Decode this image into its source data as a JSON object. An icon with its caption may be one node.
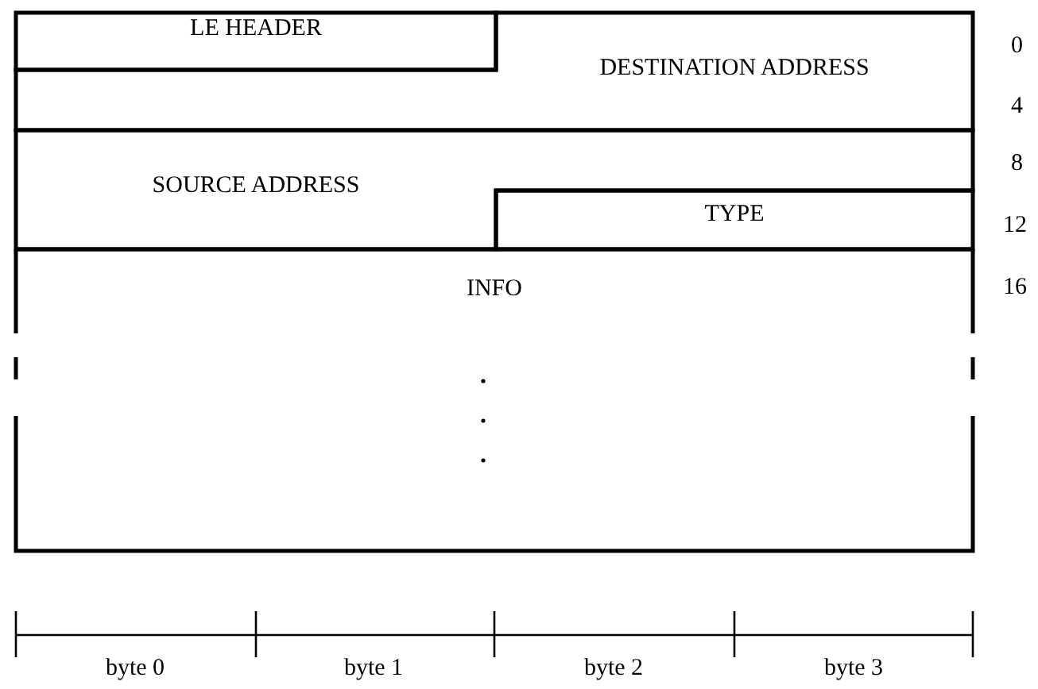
{
  "diagram": {
    "nodes": [
      {
        "text": [
          "LE HEADER"
        ]
      },
      {
        "text": [
          "DESTINATION ADDRESS"
        ]
      },
      {
        "text": [
          "SOURCE ADDRESS"
        ]
      },
      {
        "text": [
          "TYPE"
        ]
      },
      {
        "text": [
          "INFO"
        ]
      }
    ],
    "edges": [],
    "labels": [
      "0",
      "4",
      "8",
      "12",
      "16",
      "byte 0",
      "byte 1",
      "byte 2",
      "byte 3"
    ]
  }
}
